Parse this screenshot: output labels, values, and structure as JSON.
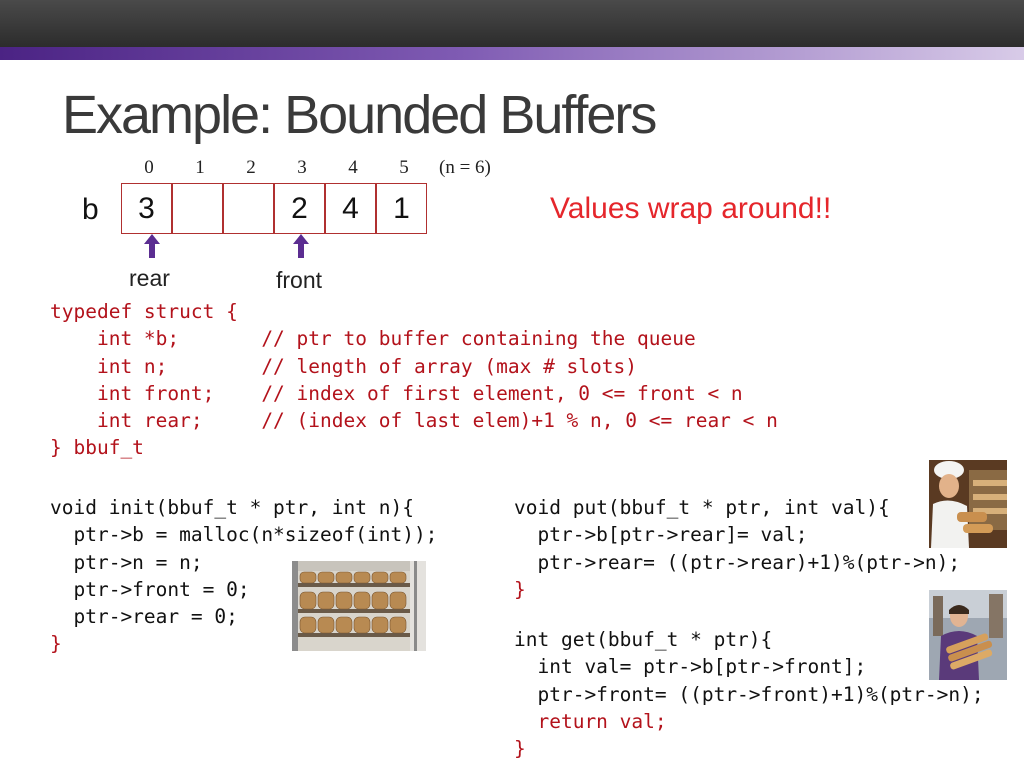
{
  "title": "Example: Bounded Buffers",
  "buffer": {
    "indices": [
      "0",
      "1",
      "2",
      "3",
      "4",
      "5"
    ],
    "n_label": "(n = 6)",
    "name": "b",
    "cells": [
      "3",
      "",
      "",
      "2",
      "4",
      "1"
    ],
    "rear_label": "rear",
    "front_label": "front",
    "note": "Values wrap around!!"
  },
  "colors": {
    "accent": "#5b2d91",
    "note": "#e5262b",
    "code_highlight": "#b3121b",
    "cell_border": "#b03030"
  },
  "code": {
    "typedef": [
      "typedef struct {",
      "    int *b;       // ptr to buffer containing the queue",
      "    int n;        // length of array (max # slots)",
      "    int front;    // index of first element, 0 <= front < n",
      "    int rear;     // (index of last elem)+1 % n, 0 <= rear < n",
      "} bbuf_t"
    ],
    "init": [
      "void init(bbuf_t * ptr, int n){",
      "  ptr->b = malloc(n*sizeof(int));",
      "  ptr->n = n;",
      "  ptr->front = 0;",
      "  ptr->rear = 0;",
      "}"
    ],
    "put": [
      "void put(bbuf_t * ptr, int val){",
      "  ptr->b[ptr->rear]= val;",
      "  ptr->rear= ((ptr->rear)+1)%(ptr->n);",
      "}"
    ],
    "get": [
      "int get(bbuf_t * ptr){",
      "  int val= ptr->b[ptr->front];",
      "  ptr->front= ((ptr->front)+1)%(ptr->n);",
      "  return val;",
      "}"
    ]
  },
  "images": {
    "bread_shelf": "photo-icon",
    "baker": "photo-icon",
    "baguette_man": "photo-icon"
  }
}
